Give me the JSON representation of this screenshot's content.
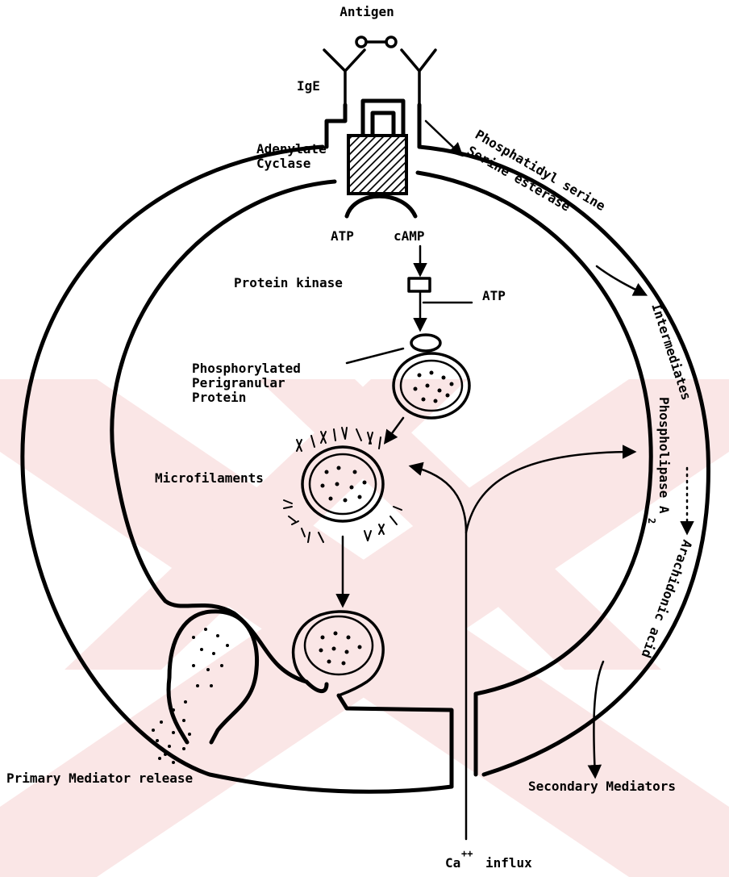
{
  "labels": {
    "antigen": "Antigen",
    "ige": "IgE",
    "adenylate_cyclase_line1": "Adenylate",
    "adenylate_cyclase_line2": "Cyclase",
    "atp_left": "ATP",
    "camp": "cAMP",
    "protein_kinase": "Protein kinase",
    "atp_right": "ATP",
    "phosphorylated_line1": "Phosphorylated",
    "phosphorylated_line2": "Perigranular",
    "phosphorylated_line3": "Protein",
    "microfilaments": "Microfilaments",
    "phosphatidyl_serine": "Phosphatidyl serine",
    "serine_esterase": "Serine esterase",
    "intermediates": "Intermediates",
    "phospholipase": "Phospholipase A",
    "phospholipase_sub": "2",
    "arachidonic_acid": "Arachidonic acid",
    "primary_mediator_release": "Primary Mediator release",
    "secondary_mediators": "Secondary Mediators",
    "ca_influx_base": "Ca",
    "ca_influx_sup": "++",
    "ca_influx_text": "influx"
  },
  "colors": {
    "ink": "#000000",
    "watermark": "#f7d6d6",
    "background": "#ffffff"
  }
}
